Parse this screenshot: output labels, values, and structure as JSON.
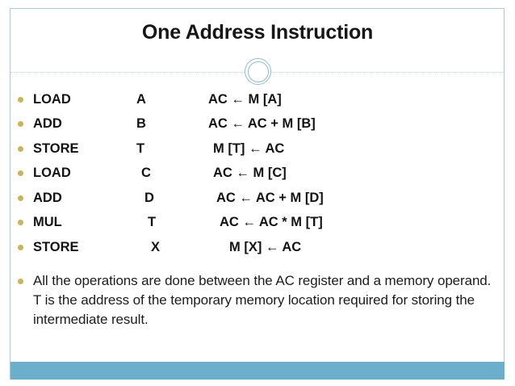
{
  "slide": {
    "title": "One Address Instruction",
    "theme": {
      "frame_border_color": "#a9cbd8",
      "divider_color": "#bcd8e4",
      "ornament_color": "#8fbed2",
      "bullet_color": "#c9b458",
      "accent_bar_color": "#6bafcc",
      "title_color": "#161616",
      "body_color": "#1c1c1c",
      "background_color": "#ffffff"
    },
    "instructions": [
      {
        "mnemonic": "LOAD",
        "operand": "A",
        "rtl": "AC ← M [A]"
      },
      {
        "mnemonic": "ADD",
        "operand": "B",
        "rtl": "AC ← AC + M [B]"
      },
      {
        "mnemonic": "STORE",
        "operand": "T",
        "rtl": "M [T] ← AC"
      },
      {
        "mnemonic": "LOAD",
        "operand": "C",
        "rtl": "AC ← M [C]"
      },
      {
        "mnemonic": "ADD",
        "operand": "D",
        "rtl": "AC ← AC + M [D]"
      },
      {
        "mnemonic": "MUL",
        "operand": "T",
        "rtl": "AC ← AC * M [T]"
      },
      {
        "mnemonic": "STORE",
        "operand": "X",
        "rtl": "M [X] ← AC"
      }
    ],
    "description": "All the operations are done between the AC register and a memory operand. T is the address of the temporary memory location required for storing the intermediate result."
  }
}
